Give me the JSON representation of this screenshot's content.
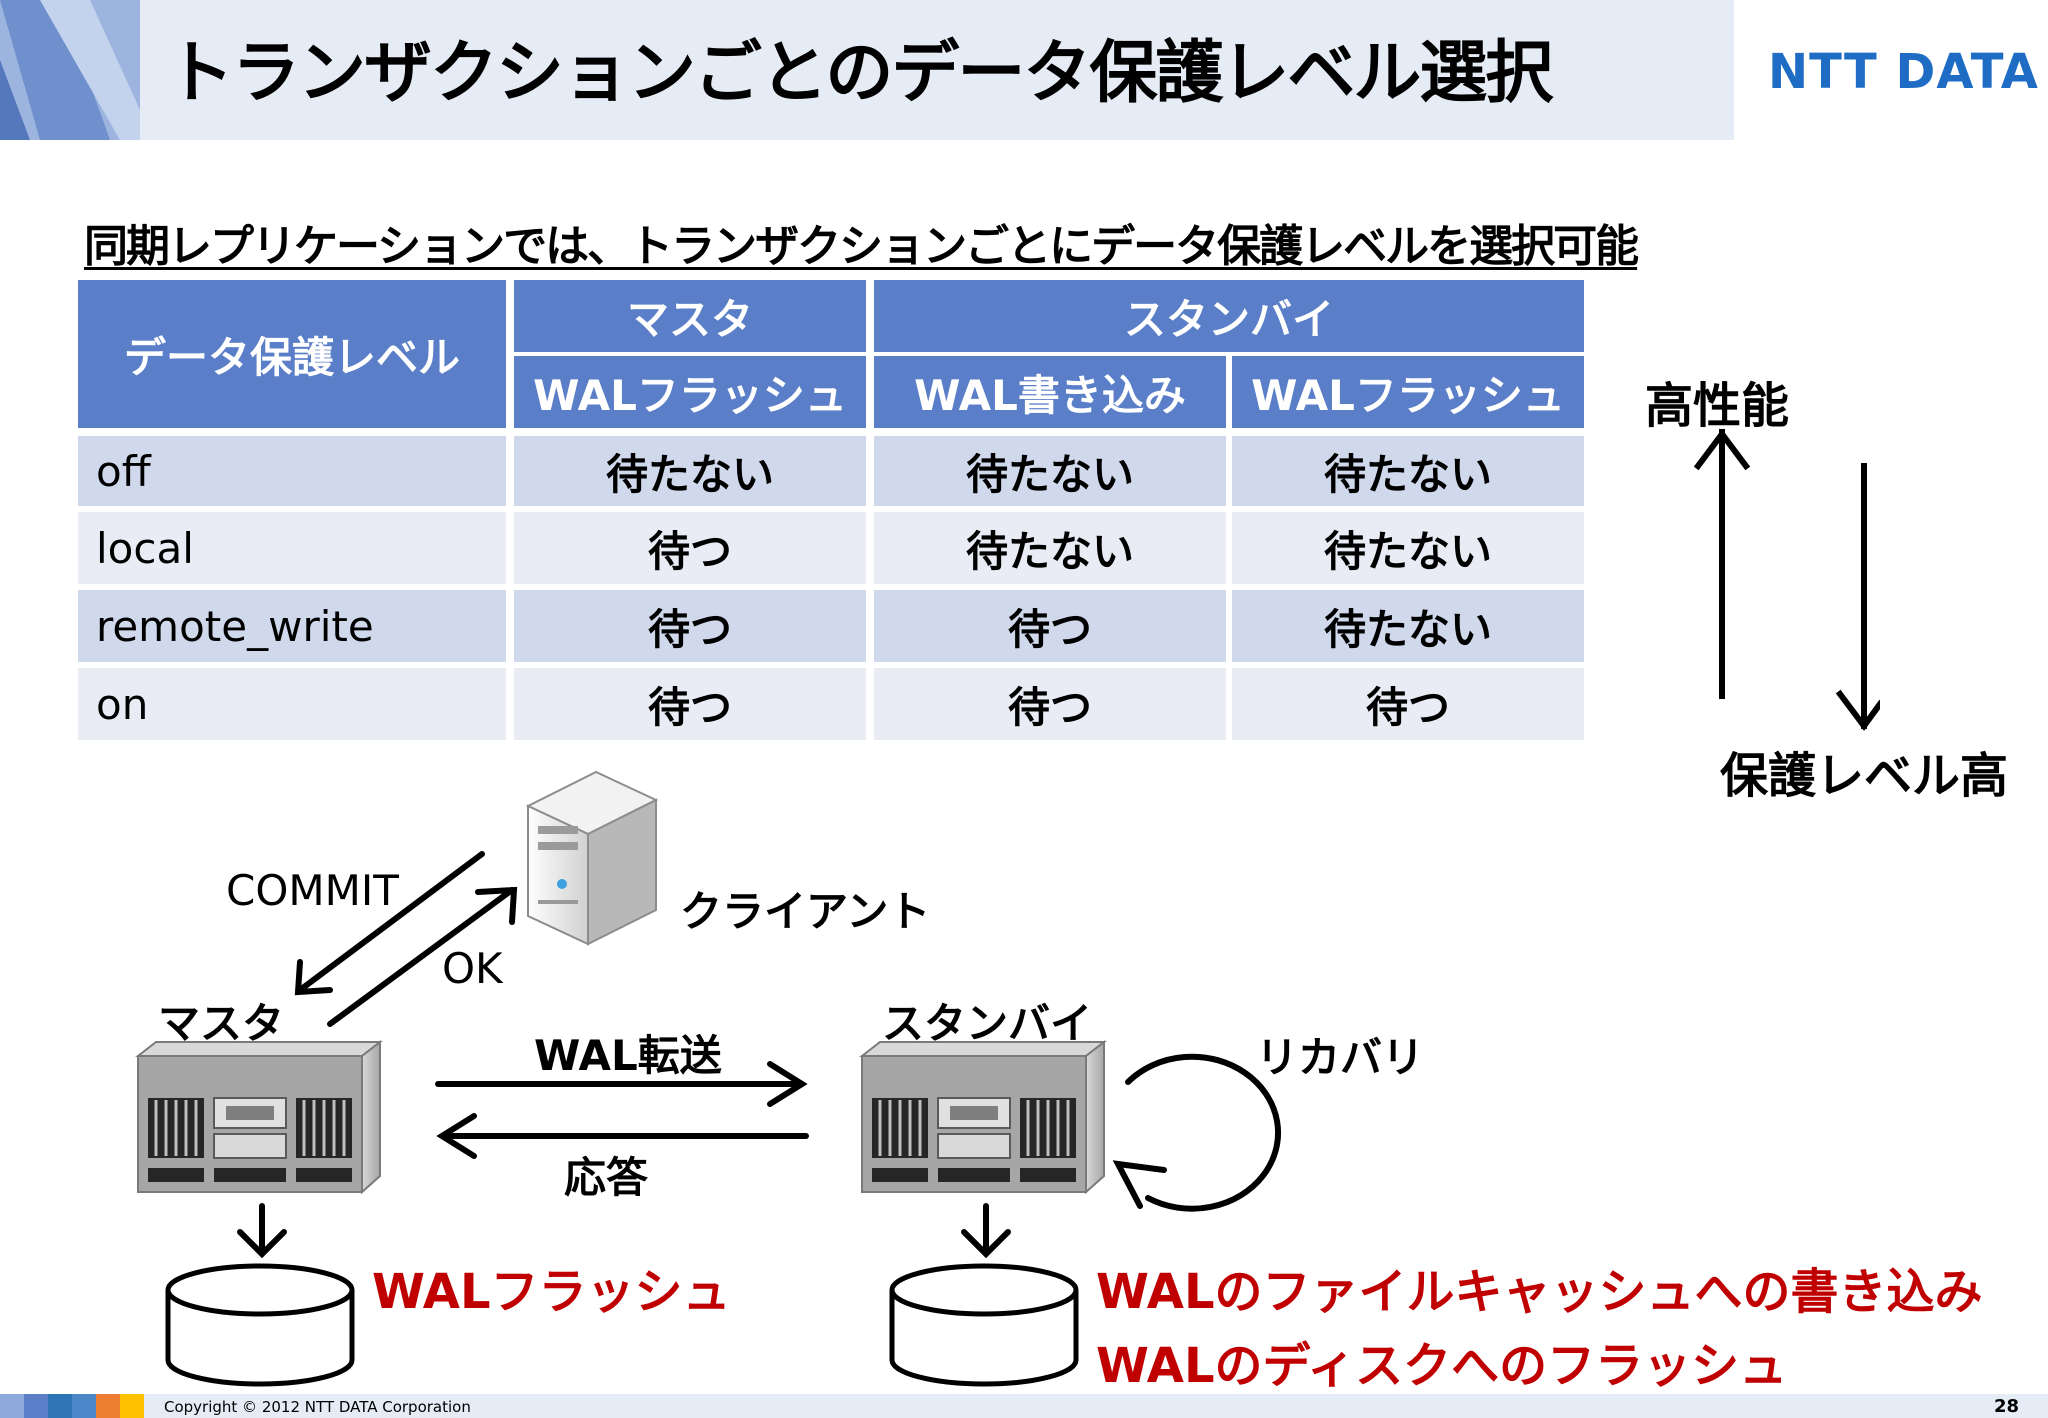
{
  "header": {
    "title": "トランザクションごとのデータ保護レベル選択",
    "logo": "NTT DATA"
  },
  "subtitle": "同期レプリケーションでは、トランザクションごとにデータ保護レベルを選択可能",
  "table": {
    "corner": "データ保護レベル",
    "group_master": "マスタ",
    "group_standby": "スタンバイ",
    "col_master_flush": "WALフラッシュ",
    "col_standby_write": "WAL書き込み",
    "col_standby_flush": "WALフラッシュ",
    "rows": [
      {
        "level": "off",
        "master_flush": "待たない",
        "standby_write": "待たない",
        "standby_flush": "待たない"
      },
      {
        "level": "local",
        "master_flush": "待つ",
        "standby_write": "待たない",
        "standby_flush": "待たない"
      },
      {
        "level": "remote_write",
        "master_flush": "待つ",
        "standby_write": "待つ",
        "standby_flush": "待たない"
      },
      {
        "level": "on",
        "master_flush": "待つ",
        "standby_write": "待つ",
        "standby_flush": "待つ"
      }
    ]
  },
  "side": {
    "high_performance": "高性能",
    "high_protection": "保護レベル高"
  },
  "diagram": {
    "commit": "COMMIT",
    "ok": "OK",
    "client": "クライアント",
    "master": "マスタ",
    "standby": "スタンバイ",
    "recovery": "リカバリ",
    "wal_transfer": "WAL転送",
    "response": "応答",
    "master_flush": "WALフラッシュ",
    "standby_note_1": "WALのファイルキャッシュへの書き込み",
    "standby_note_2": "WALのディスクへのフラッシュ"
  },
  "footer": {
    "copyright": "Copyright © 2012 NTT DATA Corporation",
    "page": "28"
  },
  "colors": {
    "header_band": "#e6ecf6",
    "table_header": "#5b7ec8",
    "row_dark": "#d0d8eb",
    "row_light": "#e9ecf5",
    "accent_red": "#c00000",
    "logo_blue": "#1f6cc4"
  }
}
